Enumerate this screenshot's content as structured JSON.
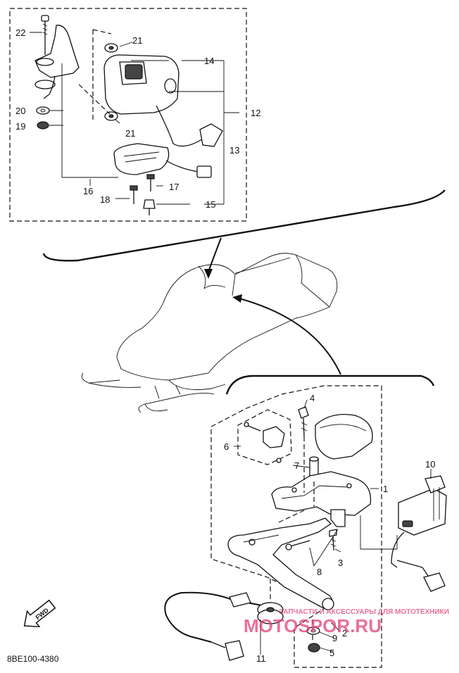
{
  "callouts": {
    "c1": "1",
    "c2": "2",
    "c3": "3",
    "c4": "4",
    "c5": "5",
    "c6": "6",
    "c7": "7",
    "c8": "8",
    "c9": "9",
    "c10": "10",
    "c11": "11",
    "c12": "12",
    "c13": "13",
    "c14": "14",
    "c15": "15",
    "c16": "16",
    "c17": "17",
    "c18": "18",
    "c19": "19",
    "c20": "20",
    "c21a": "21",
    "c21b": "21",
    "c22": "22"
  },
  "diagram_code": "8BE100-4380",
  "fwd_label": "FWD",
  "watermark": {
    "brand": "MOTOSPOR.RU",
    "tagline": "ЗАПЧАСТИ И АКСЕССУАРЫ ДЛЯ МОТОТЕХНИКИ",
    "color": "#e0407a"
  },
  "icons": {
    "fwd": "fwd-arrow-icon"
  }
}
